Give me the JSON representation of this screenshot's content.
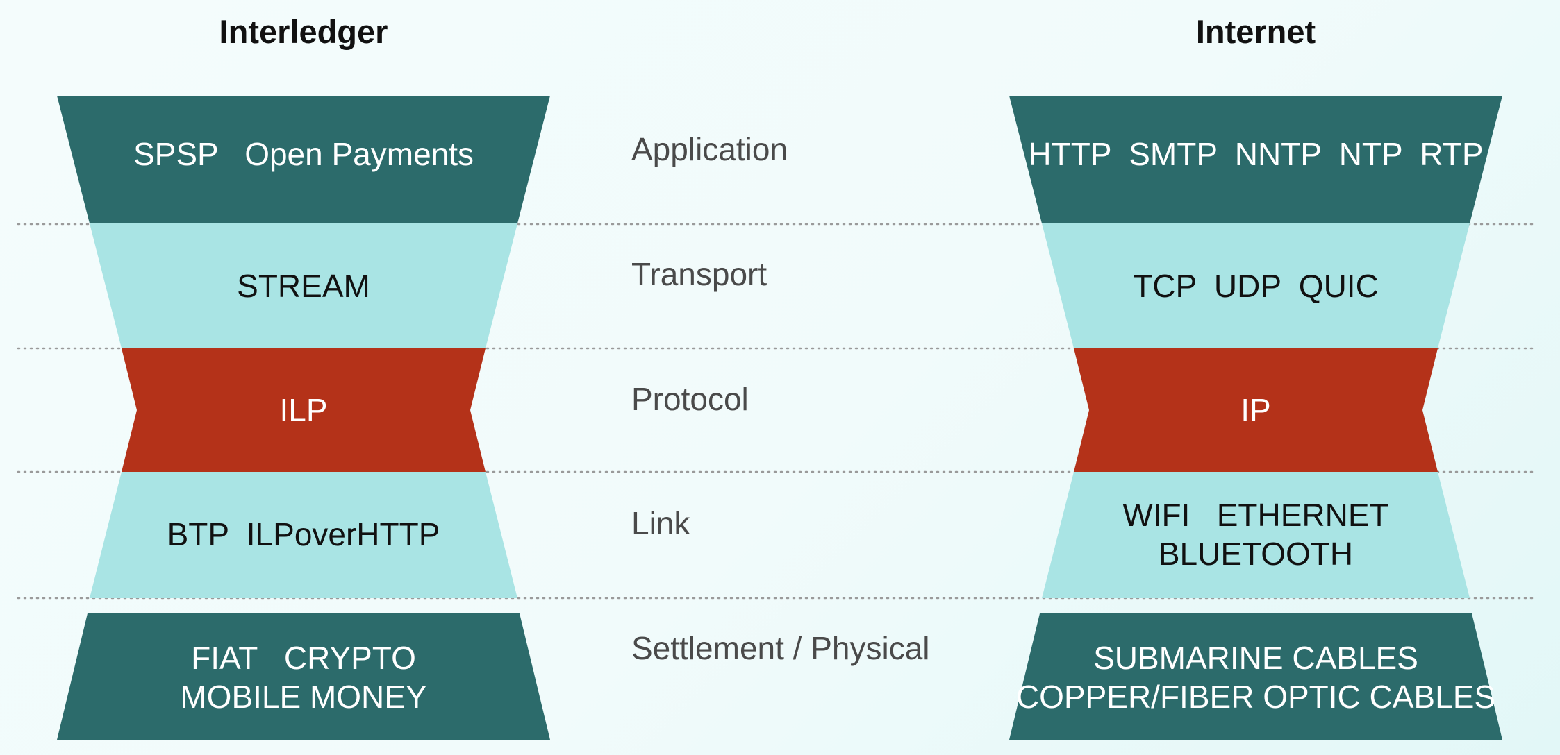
{
  "stacks": [
    {
      "title": "Interledger",
      "bands": [
        {
          "lines": [
            "SPSP   Open Payments"
          ]
        },
        {
          "lines": [
            "STREAM"
          ]
        },
        {
          "lines": [
            "ILP"
          ]
        },
        {
          "lines": [
            "BTP  ILPoverHTTP"
          ]
        },
        {
          "lines": [
            "FIAT   CRYPTO",
            "MOBILE MONEY"
          ]
        }
      ]
    },
    {
      "title": "Internet",
      "bands": [
        {
          "lines": [
            "HTTP  SMTP  NNTP  NTP  RTP"
          ]
        },
        {
          "lines": [
            "TCP  UDP  QUIC"
          ]
        },
        {
          "lines": [
            "IP"
          ]
        },
        {
          "lines": [
            "WIFI   ETHERNET",
            "BLUETOOTH"
          ]
        },
        {
          "lines": [
            "SUBMARINE CABLES",
            "COPPER/FIBER OPTIC CABLES"
          ]
        }
      ]
    }
  ],
  "layers": [
    "Application",
    "Transport",
    "Protocol",
    "Link",
    "Settlement / Physical"
  ],
  "colors": {
    "dark_teal": "#2c6b6b",
    "light_cyan": "#a9e4e4",
    "rust_red": "#b43219",
    "layer_text": "#4a4a4a",
    "divider": "#9a9a9a"
  }
}
